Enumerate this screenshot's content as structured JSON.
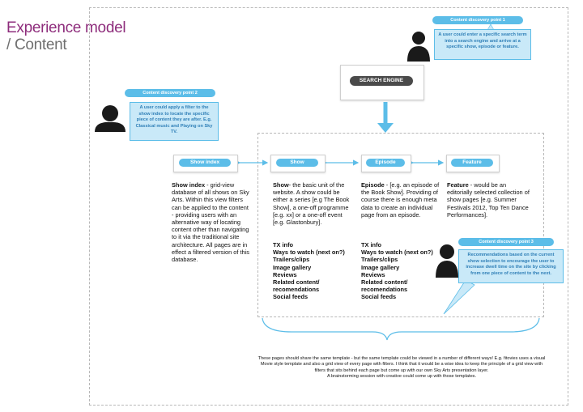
{
  "header": {
    "title": "Experience model",
    "subtitle": "/ Content"
  },
  "search_engine": {
    "label": "SEARCH ENGINE"
  },
  "discovery_points": [
    {
      "label": "Content discovery point 1",
      "text": "A user could enter a specific search term into a search engine and arrive at a specific show, episode or feature."
    },
    {
      "label": "Content discovery point 2",
      "text": "A user could apply a filter to the show index to locate the specific piece of content they are after. E.g. Classical music and Playing on Sky TV."
    },
    {
      "label": "Content discovery point 3",
      "text": "Recommendations based on the current show selection to encourage the user to increase dwell time on the site by clicking from one piece of content to the next."
    }
  ],
  "columns": [
    {
      "button": "Show index",
      "heading": "Show index",
      "body": " - grid-view database of all shows on Sky Arts. Within this view filters can be applied to the content - providing users with an alternative way of locating content other than navigating to it via the traditional site architecture. All pages are in effect a filtered version of this database."
    },
    {
      "button": "Show",
      "heading": "Show",
      "body": "- the basic unit of the website. A show could be either a series [e.g The Book Show], a one-off programme [e.g. xx] or a one-off event [e.g. Glastonbury].",
      "list": [
        "TX info",
        "Ways to watch (next on?)",
        "Trailers/clips",
        "Image gallery",
        "Reviews",
        "Related content/ recomendations",
        "Social feeds"
      ]
    },
    {
      "button": "Episode",
      "heading": "Episode",
      "body": " - [e.g. an episode of the Book Show]. Providing of course there is enough meta data to create an individual page from an episode.",
      "list": [
        "TX info",
        "Ways to watch (next on?)",
        "Trailers/clips",
        "Image gallery",
        "Reviews",
        "Related content/ recomendations",
        "Social feeds"
      ]
    },
    {
      "button": "Feature",
      "heading": "Feature",
      "body": " - would be an editorially selected collection of show pages [e.g. Summer Festivals 2012, Top Ten Dance Performances]."
    }
  ],
  "footer": {
    "para": "These pages should share the same template - but the same template could be viewed in a number of different ways! E.g. fitovies uses a visual Movie style template and also a grid view of every page with filters. I think that it would be a wise idea to keep the principle of a grid view with filters that sits behind each page but come up with our own Sky Arts presentation layer.",
    "line": "A brainstorming session with creative could come up with those templates."
  },
  "colors": {
    "accent": "#5cbde8",
    "title": "#8e2d7c",
    "note_bg": "#c9e9f8"
  }
}
